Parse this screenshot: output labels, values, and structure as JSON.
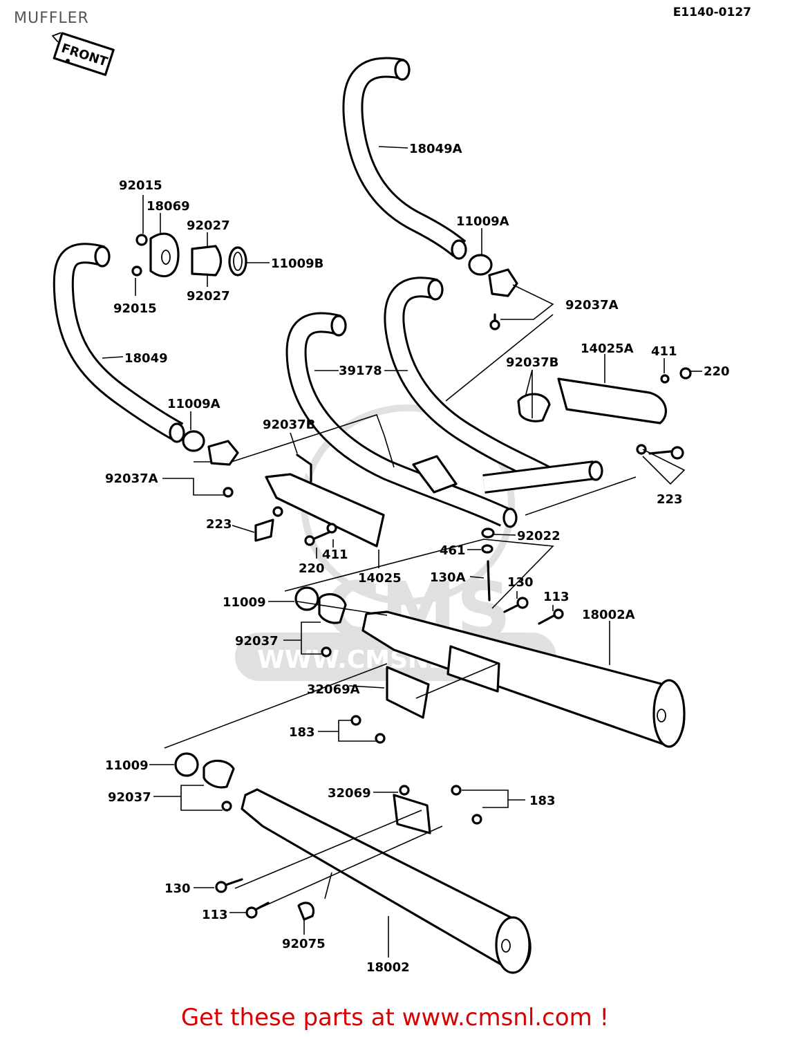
{
  "header": {
    "title": "MUFFLER",
    "diagram_code": "E1140-0127",
    "front_label": "FRONT"
  },
  "watermark": {
    "brand": "CMS",
    "url": "WWW.CMSNL.COM"
  },
  "footer": {
    "cta": "Get these parts at www.cmsnl.com !"
  },
  "labels": {
    "l18049A": "18049A",
    "l11009A_top": "11009A",
    "l92037A_top": "92037A",
    "l92015_a": "92015",
    "l18069": "18069",
    "l92027_a": "92027",
    "l11009B": "11009B",
    "l92015_b": "92015",
    "l92027_b": "92027",
    "l18049": "18049",
    "l39178": "39178",
    "l92037B_right": "92037B",
    "l14025A": "14025A",
    "l411_right": "411",
    "l220_right": "220",
    "l11009A_left": "11009A",
    "l92037B_left": "92037B",
    "l92037A_left": "92037A",
    "l223_right": "223",
    "l223_left": "223",
    "l411_left": "411",
    "l220_left": "220",
    "l14025": "14025",
    "l92022": "92022",
    "l461": "461",
    "l130A": "130A",
    "l130_top": "130",
    "l113_top": "113",
    "l18002A": "18002A",
    "l11009_mid": "11009",
    "l92037_mid": "92037",
    "l32069A": "32069A",
    "l183_mid": "183",
    "l11009_low": "11009",
    "l92037_low": "92037",
    "l32069": "32069",
    "l183_low": "183",
    "l130_low": "130",
    "l113_low": "113",
    "l92075": "92075",
    "l18002": "18002"
  }
}
